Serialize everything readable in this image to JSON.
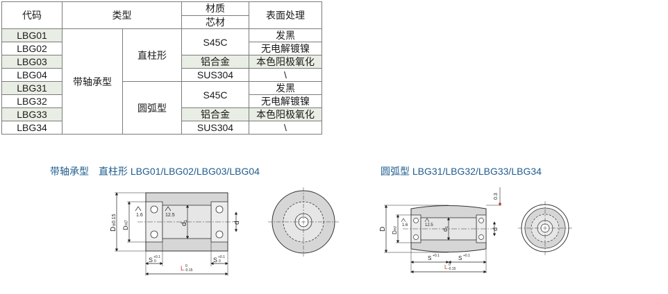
{
  "table": {
    "headers": {
      "code": "代码",
      "type": "类型",
      "material": "材质",
      "core_material": "芯材",
      "surface": "表面处理"
    },
    "main_type": "带轴承型",
    "groups": [
      {
        "subtype": "直柱形",
        "rows": [
          {
            "code": "LBG01",
            "material": "S45C",
            "surface": "发黑"
          },
          {
            "code": "LBG02",
            "material": "S45C",
            "surface": "无电解镀镍"
          },
          {
            "code": "LBG03",
            "material": "铝合金",
            "surface": "本色阳极氧化"
          },
          {
            "code": "LBG04",
            "material": "SUS304",
            "surface": "\\"
          }
        ]
      },
      {
        "subtype": "圆弧型",
        "rows": [
          {
            "code": "LBG31",
            "material": "S45C",
            "surface": "发黑"
          },
          {
            "code": "LBG32",
            "material": "S45C",
            "surface": "无电解镀镍"
          },
          {
            "code": "LBG33",
            "material": "铝合金",
            "surface": "本色阳极氧化"
          },
          {
            "code": "LBG34",
            "material": "SUS304",
            "surface": "\\"
          }
        ]
      }
    ]
  },
  "captions": {
    "straight": "带轴承型　直柱形 LBG01/LBG02/LBG03/LBG04",
    "arc": "圆弧型 LBG31/LBG32/LBG33/LBG34"
  },
  "drawing_labels": {
    "D": "D",
    "D_tol": "±0.15",
    "d_bore": "D",
    "d_bore_tol": "H7",
    "d1": "d₁",
    "d": "d",
    "roughness_a": "1.6",
    "roughness_b": "12.5",
    "S": "S",
    "S_tol_top": "+0.1",
    "S_tol_bot": "0",
    "L": "L",
    "L_tol_top": "0",
    "L_tol_bot": "-0.15",
    "crown": "0.3"
  }
}
